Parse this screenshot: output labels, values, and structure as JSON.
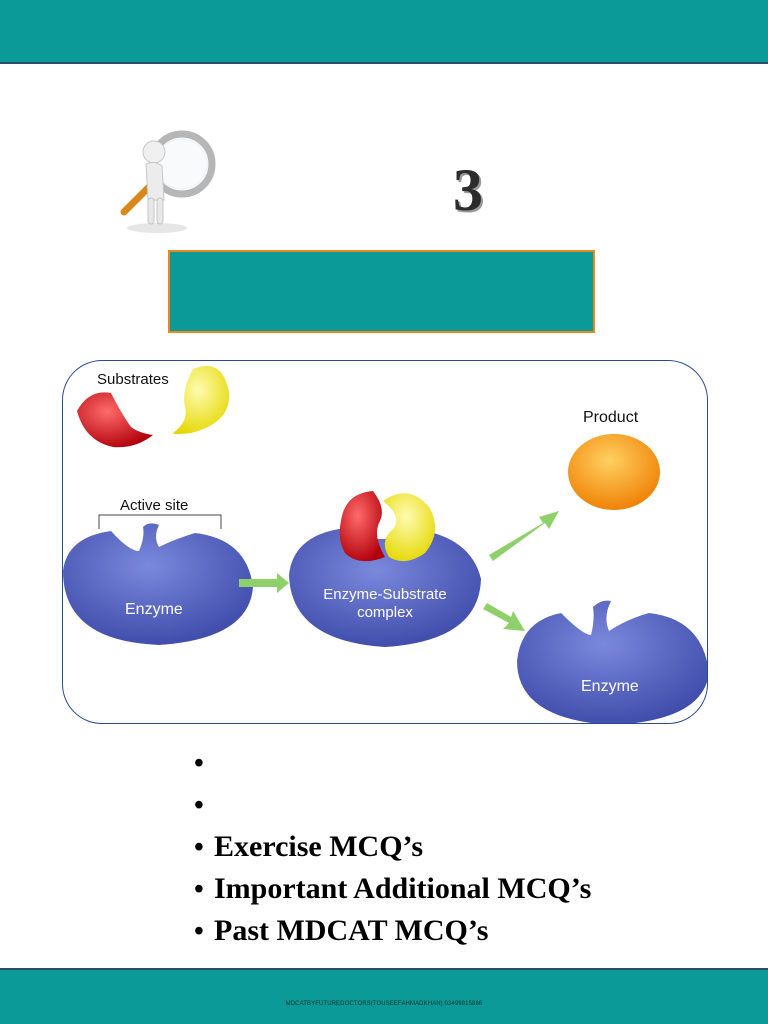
{
  "header": {
    "color": "#0b9a98"
  },
  "chapter": {
    "number": "3"
  },
  "title_box": {
    "text": "",
    "color": "#0b9a98",
    "border_color": "#e8891c"
  },
  "diagram": {
    "labels": {
      "substrates": "Substrates",
      "active_site": "Active site",
      "enzyme": "Enzyme",
      "complex_line1": "Enzyme-Substrate",
      "complex_line2": "complex",
      "product": "Product",
      "enzyme_released": "Enzyme"
    },
    "colors": {
      "enzyme": "#4f5fc0",
      "substrate_red": "#d0141c",
      "substrate_yellow": "#f2ea1a",
      "product": "#f39a12",
      "arrow": "#8fd06a"
    }
  },
  "bullets": [
    {
      "bullet": "•",
      "text": ""
    },
    {
      "bullet": "•",
      "text": ""
    },
    {
      "bullet": "•",
      "text": "Exercise MCQ’s"
    },
    {
      "bullet": "•",
      "text": "Important Additional MCQ’s"
    },
    {
      "bullet": "•",
      "text": "Past MDCAT MCQ’s"
    }
  ],
  "footer": {
    "text": "MDCATBYFUTUREDOCTORS(TOUSEEFAHMADKHAN) 03499815886",
    "color": "#0b9a98"
  }
}
